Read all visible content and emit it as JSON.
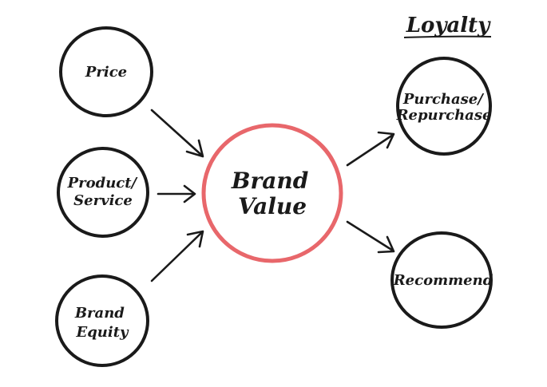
{
  "title": "Loyalty",
  "colors": {
    "ink": "#1a1a1a",
    "center_ring": "#e8676b"
  },
  "nodes": {
    "price": {
      "lines": [
        "Price"
      ]
    },
    "product_service": {
      "lines": [
        "Product/",
        "Service"
      ]
    },
    "brand_equity": {
      "lines": [
        "Brand",
        "Equity"
      ]
    },
    "brand_value": {
      "lines": [
        "Brand",
        "Value"
      ]
    },
    "purchase": {
      "lines": [
        "Purchase/",
        "Repurchase"
      ]
    },
    "recommend": {
      "lines": [
        "Recommend"
      ]
    }
  },
  "connections": [
    {
      "from": "price",
      "to": "brand_value"
    },
    {
      "from": "product_service",
      "to": "brand_value"
    },
    {
      "from": "brand_equity",
      "to": "brand_value"
    },
    {
      "from": "brand_value",
      "to": "purchase"
    },
    {
      "from": "brand_value",
      "to": "recommend"
    }
  ]
}
